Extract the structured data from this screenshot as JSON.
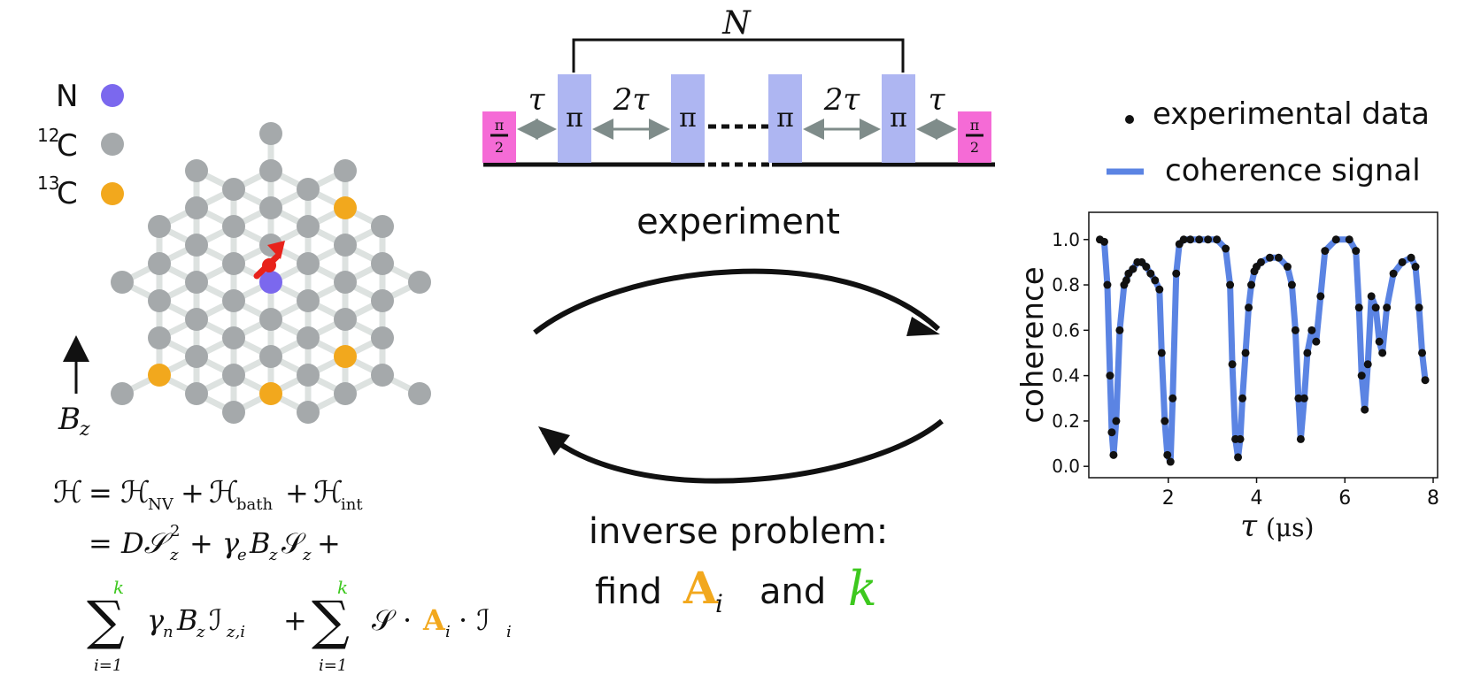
{
  "legend_atoms": {
    "n_label": "N",
    "c12_label": "C",
    "c12_mass": "12",
    "c13_label": "C",
    "c13_mass": "13",
    "n_color": "#7B68EE",
    "c12_color": "#A5A9AB",
    "c13_color": "#F2A81D"
  },
  "field": {
    "label": "B",
    "sub": "z"
  },
  "pulse_sequence": {
    "N_label": "N",
    "tau": "τ",
    "two_tau": "2τ",
    "pi": "π",
    "half_pi_num": "π",
    "half_pi_den": "2",
    "pi_color": "#AEB6F2",
    "half_pi_color": "#F56BD6"
  },
  "experiment_label": "experiment",
  "inverse": {
    "line1": "inverse problem:",
    "find": "find",
    "A": "A",
    "A_sub": "i",
    "and": "and",
    "k": "k",
    "A_color": "#F2A81D",
    "k_color": "#3DC81E"
  },
  "hamiltonian": {
    "H": "ℋ",
    "eq": "=",
    "nv": "NV",
    "bath": "bath",
    "int": "int",
    "plus": "+",
    "line2": "= D𝒮",
    "z": "z",
    "sq": "2",
    "gamma_e": "+ γ",
    "e": "e",
    "b": "B",
    "s": "𝒮",
    "trail_plus": "+",
    "sum_sym": "∑",
    "k": "k",
    "i1": "i=1",
    "gamma_n": "γ",
    "n": "n",
    "iz": "ℐ",
    "zi": "z,i",
    "dot_term_S": "𝒮 ·",
    "dot_term_A": "A",
    "dot_term_i": "i",
    "dot_term_I": "· ℐ",
    "I_sub": "i"
  },
  "chart_legend": {
    "data_label": "experimental data",
    "signal_label": "coherence signal",
    "signal_color": "#5B84E3"
  },
  "chart_data": {
    "type": "line",
    "xlabel_main": "τ",
    "xlabel_unit": "(μs)",
    "ylabel": "coherence",
    "xlim": [
      0.2,
      8.1
    ],
    "ylim": [
      -0.05,
      1.12
    ],
    "x_ticks": [
      "2",
      "4",
      "6",
      "8"
    ],
    "y_ticks": [
      "0.0",
      "0.2",
      "0.4",
      "0.6",
      "0.8",
      "1.0"
    ],
    "series": [
      {
        "name": "coherence signal",
        "x": [
          0.45,
          0.55,
          0.62,
          0.68,
          0.72,
          0.76,
          0.82,
          0.9,
          1.0,
          1.05,
          1.1,
          1.2,
          1.3,
          1.4,
          1.5,
          1.6,
          1.7,
          1.8,
          1.85,
          1.92,
          1.98,
          2.05,
          2.1,
          2.18,
          2.25,
          2.35,
          2.5,
          2.7,
          2.9,
          3.1,
          3.3,
          3.4,
          3.45,
          3.52,
          3.58,
          3.63,
          3.68,
          3.75,
          3.82,
          3.88,
          3.95,
          4.0,
          4.1,
          4.3,
          4.5,
          4.7,
          4.8,
          4.88,
          4.95,
          5.0,
          5.08,
          5.15,
          5.25,
          5.35,
          5.45,
          5.55,
          5.8,
          6.1,
          6.25,
          6.32,
          6.38,
          6.45,
          6.52,
          6.6,
          6.7,
          6.78,
          6.85,
          6.95,
          7.1,
          7.3,
          7.5,
          7.6,
          7.68,
          7.75,
          7.82
        ],
        "y": [
          1.0,
          0.99,
          0.8,
          0.4,
          0.15,
          0.05,
          0.2,
          0.6,
          0.8,
          0.82,
          0.85,
          0.87,
          0.9,
          0.9,
          0.88,
          0.85,
          0.82,
          0.78,
          0.5,
          0.2,
          0.05,
          0.02,
          0.3,
          0.85,
          0.98,
          1.0,
          1.0,
          1.0,
          1.0,
          1.0,
          0.96,
          0.8,
          0.45,
          0.12,
          0.04,
          0.12,
          0.3,
          0.5,
          0.7,
          0.8,
          0.86,
          0.88,
          0.9,
          0.92,
          0.92,
          0.88,
          0.8,
          0.6,
          0.3,
          0.12,
          0.3,
          0.5,
          0.6,
          0.55,
          0.75,
          0.95,
          1.0,
          1.0,
          0.95,
          0.7,
          0.4,
          0.25,
          0.45,
          0.75,
          0.7,
          0.55,
          0.5,
          0.7,
          0.85,
          0.9,
          0.92,
          0.88,
          0.7,
          0.5,
          0.38
        ]
      }
    ],
    "points_label": "experimental data"
  }
}
